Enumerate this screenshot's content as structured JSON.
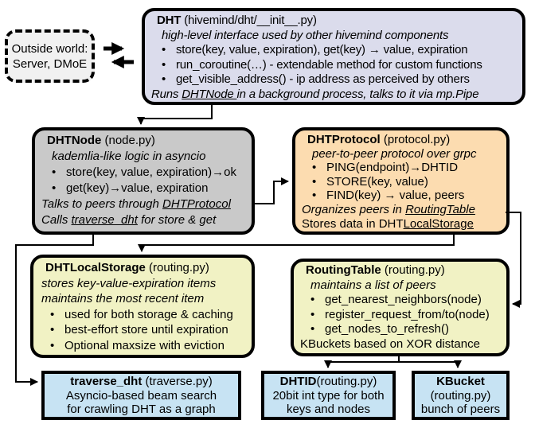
{
  "outside_world": {
    "lines": [
      "Outside world:",
      "Server, DMoE"
    ]
  },
  "dht": {
    "name": "DHT",
    "file": "(hivemind/dht/__init__.py)",
    "tagline": "high-level interface used by other hivemind components",
    "bullets": [
      "store(key, value, expiration), get(key) → value, expiration",
      "run_coroutine(…) - extendable method for custom functions",
      "get_visible_address() - ip address as perceived by others"
    ],
    "footer": {
      "pre": "Runs ",
      "link": "DHTNode ",
      "post": "in a background process, talks to it via mp.Pipe"
    }
  },
  "dhtnode": {
    "name": "DHTNode",
    "file": "(node.py)",
    "tagline": "kademlia-like logic in asyncio",
    "bullets": [
      "store(key, value, expiration)→ok",
      "get(key)→value, expiration"
    ],
    "note1": {
      "pre": "Talks to peers through ",
      "link": "DHTProtocol",
      "post": ""
    },
    "note2": {
      "pre": "Calls ",
      "link": "traverse_dht",
      "post": " for store & get"
    }
  },
  "dhtprotocol": {
    "name": "DHTProtocol",
    "file": "(protocol.py)",
    "tagline": "peer-to-peer protocol over grpc",
    "bullets": [
      "PING(endpoint)→DHTID",
      "STORE(key, value)",
      "FIND(key) → value, peers"
    ],
    "note1": {
      "pre": "Organizes peers in ",
      "link": "RoutingTable",
      "post": ""
    },
    "note2": {
      "pre": "Stores data in DHT",
      "link": "LocalStorage",
      "post": ""
    }
  },
  "dhtlocalstorage": {
    "name": "DHTLocalStorage",
    "file": "(routing.py)",
    "tagline1": "stores key-value-expiration items",
    "tagline2": "maintains the most recent item",
    "bullets": [
      "used for both storage & caching",
      "best-effort store until expiration",
      "Optional maxsize with eviction"
    ]
  },
  "routingtable": {
    "name": "RoutingTable",
    "file": "(routing.py)",
    "tagline": "maintains a list of peers",
    "bullets": [
      "get_nearest_neighbors(node)",
      "register_request_from/to(node)",
      "get_nodes_to_refresh()"
    ],
    "footer": "KBuckets based on XOR distance"
  },
  "traverse": {
    "name": "traverse_dht",
    "file": "(traverse.py)",
    "lines": [
      "Asyncio-based beam search",
      "for crawling DHT as a graph"
    ]
  },
  "dhtid": {
    "name": "DHTID",
    "file": "(routing.py)",
    "lines": [
      "20bit int type for both",
      "keys and nodes"
    ]
  },
  "kbucket": {
    "name": "KBucket",
    "file": "(routing.py)",
    "lines": [
      "bunch of peers"
    ]
  },
  "colors": {
    "border": "#000000",
    "dht_bg": "#dbdcec",
    "dhtnode_bg": "#c9c9c9",
    "dhtprotocol_bg": "#fcdcb0",
    "storage_bg": "#f1f2c4",
    "leaf_bg": "#c7e3f3",
    "outside_bg": "#f1f1f1"
  }
}
